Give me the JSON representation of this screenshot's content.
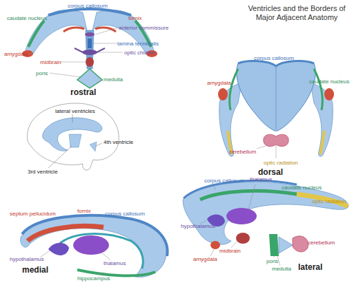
{
  "diagram": {
    "title": "Ventricles and the Borders of Major Adjacent Anatomy",
    "labels": [
      "corpus callosum",
      "caudate nucleus",
      "fornix",
      "anterior commissure",
      "lamina terminalis",
      "amygdala",
      "optic chiasm",
      "midbrain",
      "pons",
      "medulla",
      "rostral",
      "corpus callosum",
      "amygdala",
      "caudate nucleus",
      "cerebellum",
      "optic radiation",
      "dorsal",
      "lateral ventricles",
      "4th ventricle",
      "3rd ventricle",
      "septum pellucidum",
      "fornix",
      "corpus callosum",
      "hypothalamus",
      "thalamus",
      "hippocampus",
      "medial",
      "corpus callosum",
      "thalamus",
      "caudate nucleus",
      "optic radiation",
      "hypothalamus",
      "amygdala",
      "midbrain",
      "cerebellum",
      "pons",
      "medulla",
      "lateral"
    ]
  }
}
